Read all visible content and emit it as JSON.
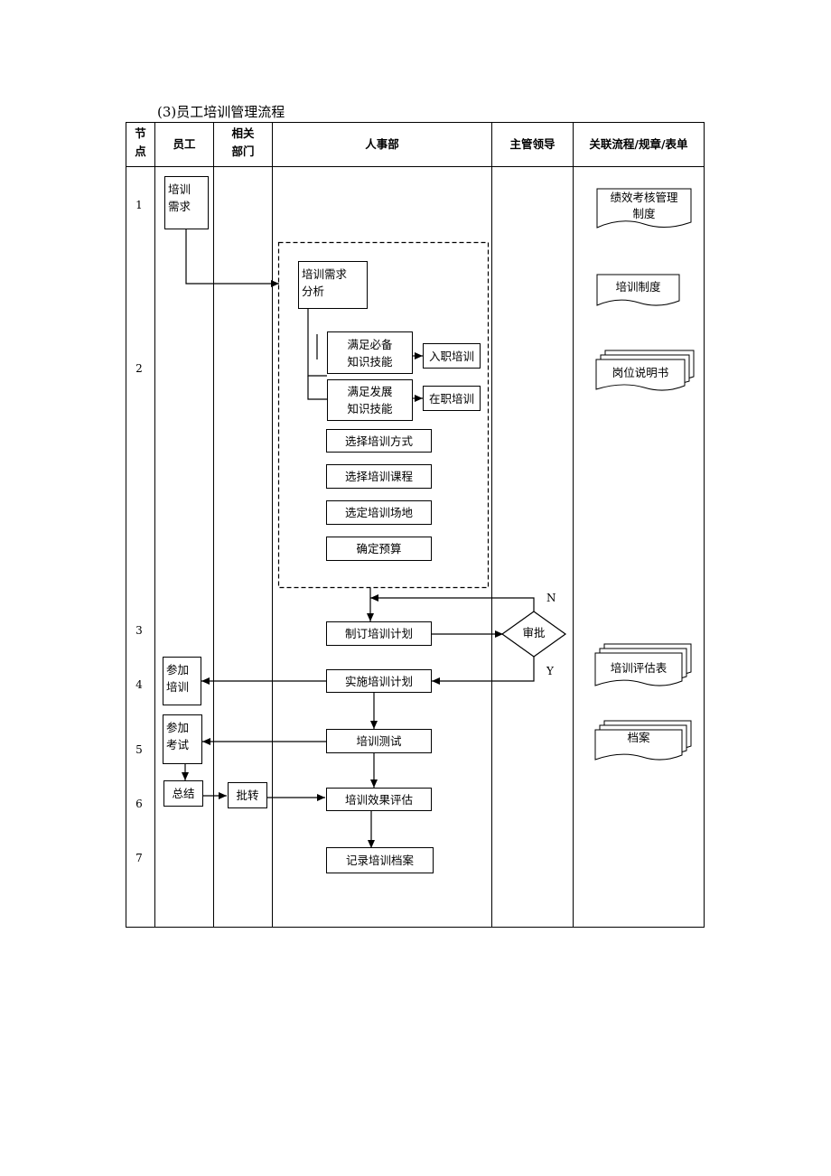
{
  "title": "(3)员工培训管理流程",
  "headers": {
    "node": [
      "节",
      "点"
    ],
    "employee": "员工",
    "related_dept": [
      "相关",
      "部门"
    ],
    "hr": "人事部",
    "supervisor": "主管领导",
    "related": "关联流程/规章/表单"
  },
  "node_numbers": [
    "1",
    "2",
    "3",
    "4",
    "5",
    "6",
    "7"
  ],
  "steps": {
    "training_needs": [
      "培训",
      "需求"
    ],
    "needs_analysis": [
      "培训需求",
      "分析"
    ],
    "basic_skills": [
      "满足必备",
      "知识技能"
    ],
    "onboarding_training": "入职培训",
    "development_skills": [
      "满足发展",
      "知识技能"
    ],
    "onjob_training": "在职培训",
    "choose_method": "选择培训方式",
    "choose_course": "选择培训课程",
    "choose_venue": "选定培训场地",
    "confirm_budget": "确定预算",
    "make_plan": "制订培训计划",
    "approve": "审批",
    "implement_plan": "实施培训计划",
    "attend_training": [
      "参加",
      "培训"
    ],
    "attend_exam": [
      "参加",
      "考试"
    ],
    "training_test": "培训测试",
    "summary": "总结",
    "forward": "批转",
    "evaluate_effect": "培训效果评估",
    "record_archive": "记录培训档案"
  },
  "decision_labels": {
    "no": "N",
    "yes": "Y"
  },
  "documents": {
    "performance_system": [
      "绩效考核管理",
      "制度"
    ],
    "training_system": "培训制度",
    "job_description": "岗位说明书",
    "evaluation_form": "培训评估表",
    "archive": "档案"
  }
}
